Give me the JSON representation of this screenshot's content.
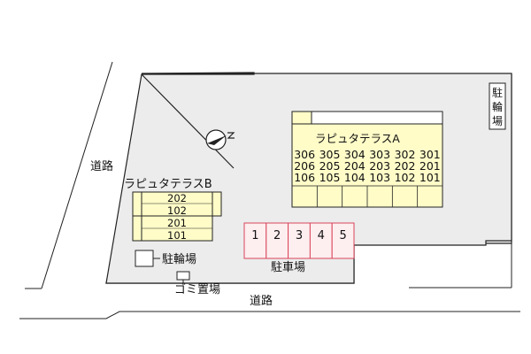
{
  "map": {
    "roads": {
      "west_label": "道路",
      "south_label": "道路"
    },
    "north_icon": "compass-north-icon",
    "building_a": {
      "name": "ラピュタテラスA",
      "rows": [
        [
          "306",
          "305",
          "304",
          "303",
          "302",
          "301"
        ],
        [
          "206",
          "205",
          "204",
          "203",
          "202",
          "201"
        ],
        [
          "106",
          "105",
          "104",
          "103",
          "102",
          "101"
        ]
      ]
    },
    "building_b": {
      "name": "ラピュタテラスB",
      "units": [
        "202",
        "102",
        "201",
        "101"
      ]
    },
    "bicycle_parking_east": {
      "chars": [
        "駐",
        "輪",
        "場"
      ]
    },
    "bicycle_parking_west": {
      "label": "駐輪場"
    },
    "parking": {
      "label": "駐車場",
      "slots": [
        "1",
        "2",
        "3",
        "4",
        "5"
      ]
    },
    "garbage": {
      "label": "ゴミ置場"
    },
    "colors": {
      "site": "#ececec",
      "building": "#fffcc8",
      "parking": "#d9455a",
      "parking_fill": "#fdeef0",
      "line": "#222222"
    }
  }
}
